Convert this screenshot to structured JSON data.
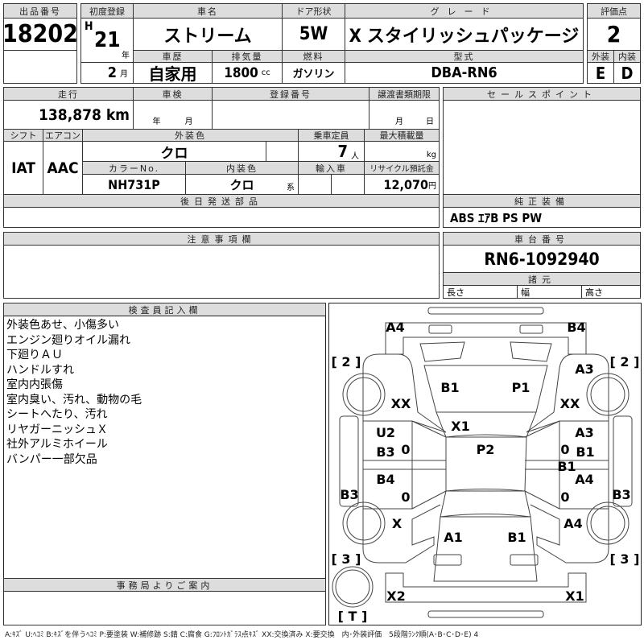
{
  "lot": {
    "label": "出品番号",
    "value": "18202"
  },
  "first_reg": {
    "label": "初度登録",
    "era": "H",
    "year": "21",
    "year_unit": "年",
    "month": "2",
    "month_unit": "月"
  },
  "car_name": {
    "label": "車名",
    "value": "ストリーム"
  },
  "door": {
    "label": "ドア形状",
    "value": "5W"
  },
  "grade": {
    "label": "グレード",
    "value": "X スタイリッシュパッケージ"
  },
  "score": {
    "label": "評価点",
    "value": "2",
    "ext_label": "外装",
    "int_label": "内装",
    "ext": "E",
    "int": "D"
  },
  "history": {
    "label": "車歴",
    "value": "自家用"
  },
  "displacement": {
    "label": "排気量",
    "value": "1800",
    "unit": "cc"
  },
  "fuel": {
    "label": "燃料",
    "value": "ガソリン"
  },
  "model": {
    "label": "型式",
    "value": "DBA-RN6"
  },
  "mileage": {
    "label": "走行",
    "value": "138,878 km"
  },
  "inspection": {
    "label": "車検",
    "year_unit": "年",
    "month_unit": "月"
  },
  "reg_no": {
    "label": "登録番号"
  },
  "transfer": {
    "label": "譲渡書類期限",
    "month_unit": "月",
    "day_unit": "日"
  },
  "shift": {
    "label": "シフト",
    "value": "IAT"
  },
  "ac": {
    "label": "エアコン",
    "value": "AAC"
  },
  "ext_color": {
    "label": "外装色",
    "value": "クロ"
  },
  "capacity": {
    "label": "乗車定員",
    "value": "7",
    "unit": "人"
  },
  "max_load": {
    "label": "最大積載量",
    "unit": "kg"
  },
  "color_no": {
    "label": "カラーNo.",
    "value": "NH731P"
  },
  "int_color": {
    "label": "内装色",
    "value": "クロ",
    "suffix": "系"
  },
  "import": {
    "label": "輸入車"
  },
  "recycle": {
    "label": "リサイクル預託金",
    "value": "12,070",
    "unit": "円"
  },
  "later_parts": {
    "label": "後日発送部品"
  },
  "sales_point": {
    "label": "セールスポイント"
  },
  "equipment": {
    "label": "純正装備",
    "value": "ABS ｴｱB PS PW"
  },
  "notes_field": {
    "label": "注意事項欄"
  },
  "chassis": {
    "label": "車台番号",
    "value": "RN6-1092940"
  },
  "specs": {
    "label": "諸元",
    "length": "長さ",
    "width": "幅",
    "height": "高さ"
  },
  "inspector": {
    "label": "検査員記入欄",
    "lines": [
      "外装色あせ、小傷多い",
      "エンジン廻りオイル漏れ",
      "下廻りＡＵ",
      "ハンドルすれ",
      "室内内張傷",
      "室内臭い、汚れ、動物の毛",
      "シートへたり、汚れ",
      "リヤガーニッシュＸ",
      "社外アルミホイール",
      "バンパー一部欠品"
    ]
  },
  "office": {
    "label": "事務局よりご案内"
  },
  "diagram": {
    "marks": [
      "A4",
      "B4",
      "[ 2 ]",
      "[ 2 ]",
      "A3",
      "B1",
      "P1",
      "XX",
      "XX",
      "X1",
      "U2",
      "B3",
      "P2",
      "A3",
      "B1",
      "B1",
      "B4",
      "A4",
      "B3",
      "B3",
      "X",
      "A4",
      "A1",
      "B1",
      "[ 3 ]",
      "[ 3 ]",
      "X2",
      "X1",
      "[ T ]",
      "0",
      "0",
      "0",
      "0"
    ]
  },
  "legend": "A:ｷｽﾞ U:ﾍｺﾐ B:ｷｽﾞを伴うﾍｺﾐ P:要塗装 W:補修跡 S:錆 C:腐食 G:ﾌﾛﾝﾄｶﾞﾗｽ点ｷｽﾞ XX:交換済み X:要交換　内･外装評価　5段階ﾗﾝｸ順(A･B･C･D･E) 4"
}
